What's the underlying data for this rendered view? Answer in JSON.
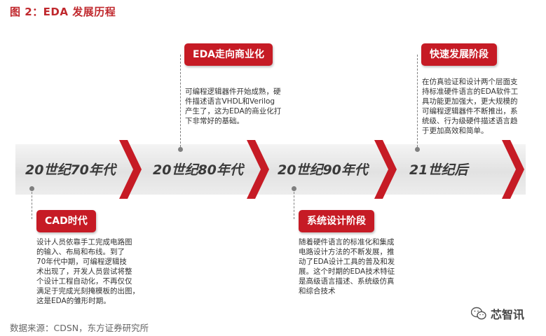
{
  "title": "图 2：EDA 发展历程",
  "eras": [
    "20世纪70年代",
    "20世纪80年代",
    "20世纪90年代",
    "21世纪后"
  ],
  "stages": [
    {
      "label": "CAD时代",
      "lines": [
        "设计人员依靠手工完成电路图",
        "的输入、布局和布线。到了",
        "70年代中期，可编程逻辑技",
        "术出现了，开发人员尝试将整",
        "个设计工程自动化，不再仅仅",
        "满足于完成光刻掩模板的出图，",
        "这是EDA的雏形时期。"
      ]
    },
    {
      "label": "EDA走向商业化",
      "lines": [
        "可编程逻辑器件开始成熟，硬",
        "件描述语言VHDL和Verilog",
        "产生了，这为EDA的商业化打",
        "下非常好的基础。"
      ]
    },
    {
      "label": "系统设计阶段",
      "lines": [
        "随着硬件语言的标准化和集成",
        "电路设计方法的不断发展，推",
        "动了EDA设计工具的普及和发",
        "展。这个时期的EDA技术特征",
        "是高级语言描述、系统级仿真",
        "和综合技术"
      ]
    },
    {
      "label": "快速发展阶段",
      "lines": [
        "在仿真验证和设计两个层面支",
        "持标准硬件语言的EDA软件工",
        "具功能更加强大，更大规模的",
        "可编程逻辑器件不断推出，系",
        "统级、行为级硬件描述语言趋",
        "于更加高效和简单。"
      ]
    }
  ],
  "source": "数据来源：CDSN，东方证券研究所",
  "brand": "芯智讯",
  "colors": {
    "accent": "#c61b25",
    "title": "#c0282d"
  }
}
